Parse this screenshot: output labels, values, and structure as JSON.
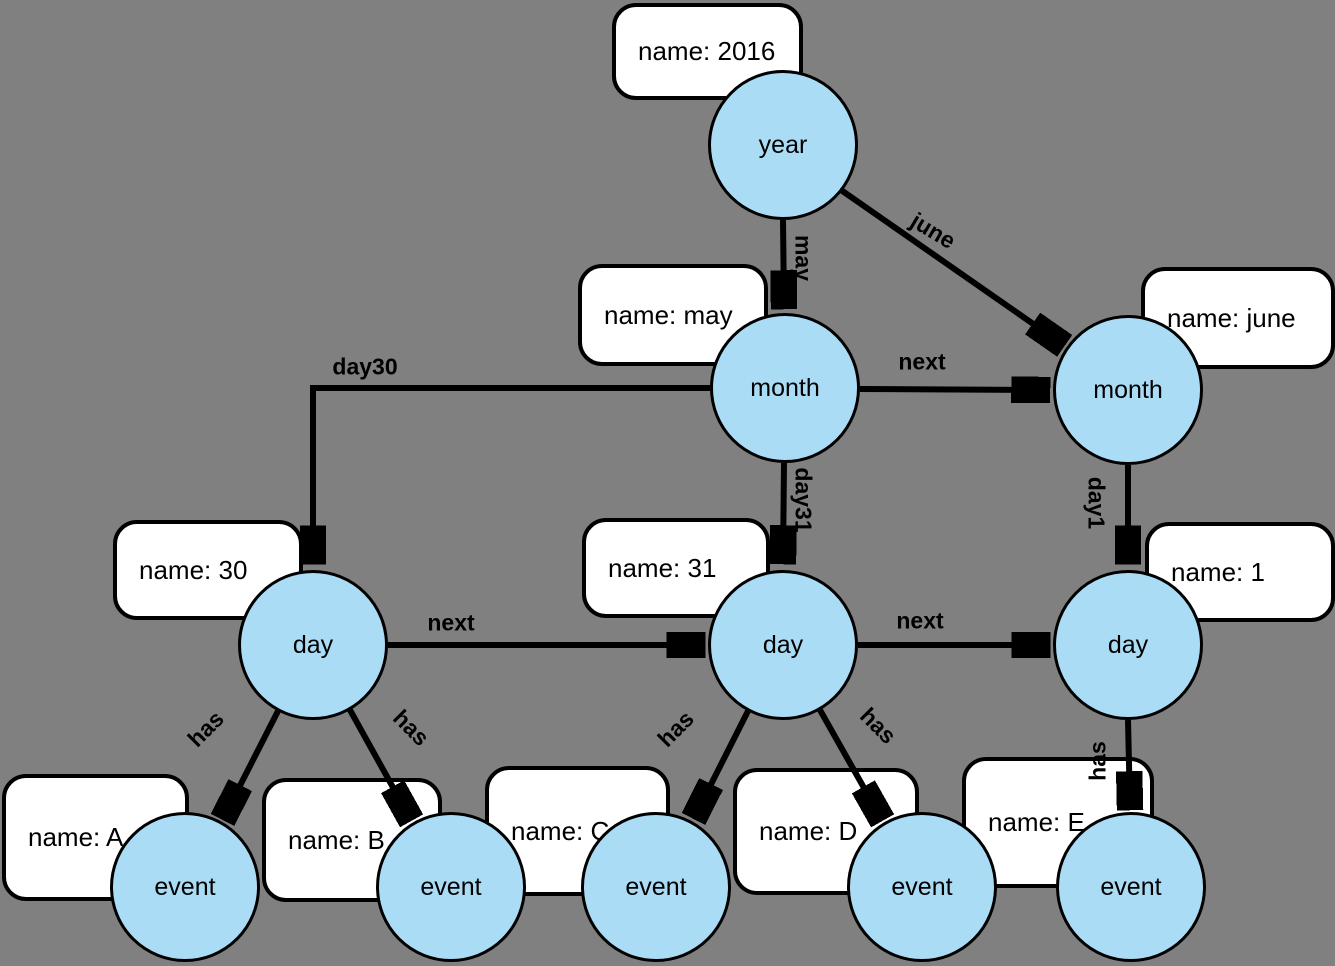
{
  "diagram": {
    "description": "Time-tree graph: a year node linked to month nodes, month nodes linked to day nodes, day nodes linked to event nodes",
    "colors": {
      "background": "#808080",
      "node_fill": "#abdcf5",
      "node_border": "#000000",
      "box_fill": "#ffffff",
      "edge": "#000000"
    },
    "nodes": [
      {
        "id": "year",
        "label": "year"
      },
      {
        "id": "month-may",
        "label": "month"
      },
      {
        "id": "month-june",
        "label": "month"
      },
      {
        "id": "day-30",
        "label": "day"
      },
      {
        "id": "day-31",
        "label": "day"
      },
      {
        "id": "day-1",
        "label": "day"
      },
      {
        "id": "event-a",
        "label": "event"
      },
      {
        "id": "event-b",
        "label": "event"
      },
      {
        "id": "event-c",
        "label": "event"
      },
      {
        "id": "event-d",
        "label": "event"
      },
      {
        "id": "event-e",
        "label": "event"
      }
    ],
    "property_boxes": [
      {
        "for": "year",
        "label": "name: 2016"
      },
      {
        "for": "month-may",
        "label": "name: may"
      },
      {
        "for": "month-june",
        "label": "name: june"
      },
      {
        "for": "day-30",
        "label": "name: 30"
      },
      {
        "for": "day-31",
        "label": "name: 31"
      },
      {
        "for": "day-1",
        "label": "name: 1"
      },
      {
        "for": "event-a",
        "label": "name: A"
      },
      {
        "for": "event-b",
        "label": "name: B"
      },
      {
        "for": "event-c",
        "label": "name: C"
      },
      {
        "for": "event-d",
        "label": "name: D"
      },
      {
        "for": "event-e",
        "label": "name: E"
      }
    ],
    "edges": [
      {
        "from": "year",
        "to": "month-may",
        "label": "may"
      },
      {
        "from": "year",
        "to": "month-june",
        "label": "june"
      },
      {
        "from": "month-may",
        "to": "month-june",
        "label": "next"
      },
      {
        "from": "month-may",
        "to": "day-30",
        "label": "day30"
      },
      {
        "from": "month-may",
        "to": "day-31",
        "label": "day31"
      },
      {
        "from": "month-june",
        "to": "day-1",
        "label": "day1"
      },
      {
        "from": "day-30",
        "to": "day-31",
        "label": "next"
      },
      {
        "from": "day-31",
        "to": "day-1",
        "label": "next"
      },
      {
        "from": "day-30",
        "to": "event-a",
        "label": "has"
      },
      {
        "from": "day-30",
        "to": "event-b",
        "label": "has"
      },
      {
        "from": "day-31",
        "to": "event-c",
        "label": "has"
      },
      {
        "from": "day-31",
        "to": "event-d",
        "label": "has"
      },
      {
        "from": "day-1",
        "to": "event-e",
        "label": "has"
      }
    ]
  }
}
